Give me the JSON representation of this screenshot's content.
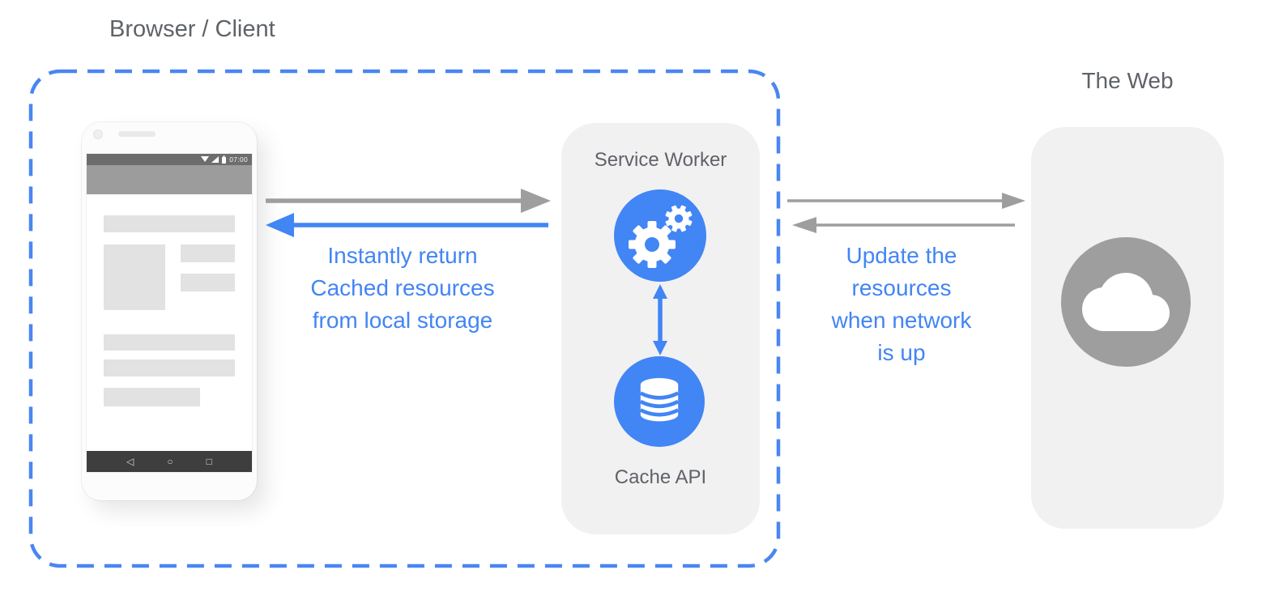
{
  "title": "Browser / Client",
  "web": {
    "label": "The Web"
  },
  "service_worker": {
    "label": "Service Worker",
    "cache_label": "Cache API"
  },
  "captions": {
    "cache_return": {
      "lines": [
        "Instantly return",
        "Cached resources",
        "from local storage"
      ]
    },
    "network_update": {
      "lines": [
        "Update the",
        "resources",
        "when network",
        "is up"
      ]
    }
  },
  "phone": {
    "status_time": "07:00",
    "nav_back": "◁",
    "nav_home": "○",
    "nav_recents": "□"
  },
  "colors": {
    "accent_blue": "#4285f4",
    "arrow_gray": "#9e9e9e",
    "panel_bg": "#f1f1f2",
    "text_gray": "#5f6368",
    "web_circle_gray": "#9e9e9e"
  }
}
